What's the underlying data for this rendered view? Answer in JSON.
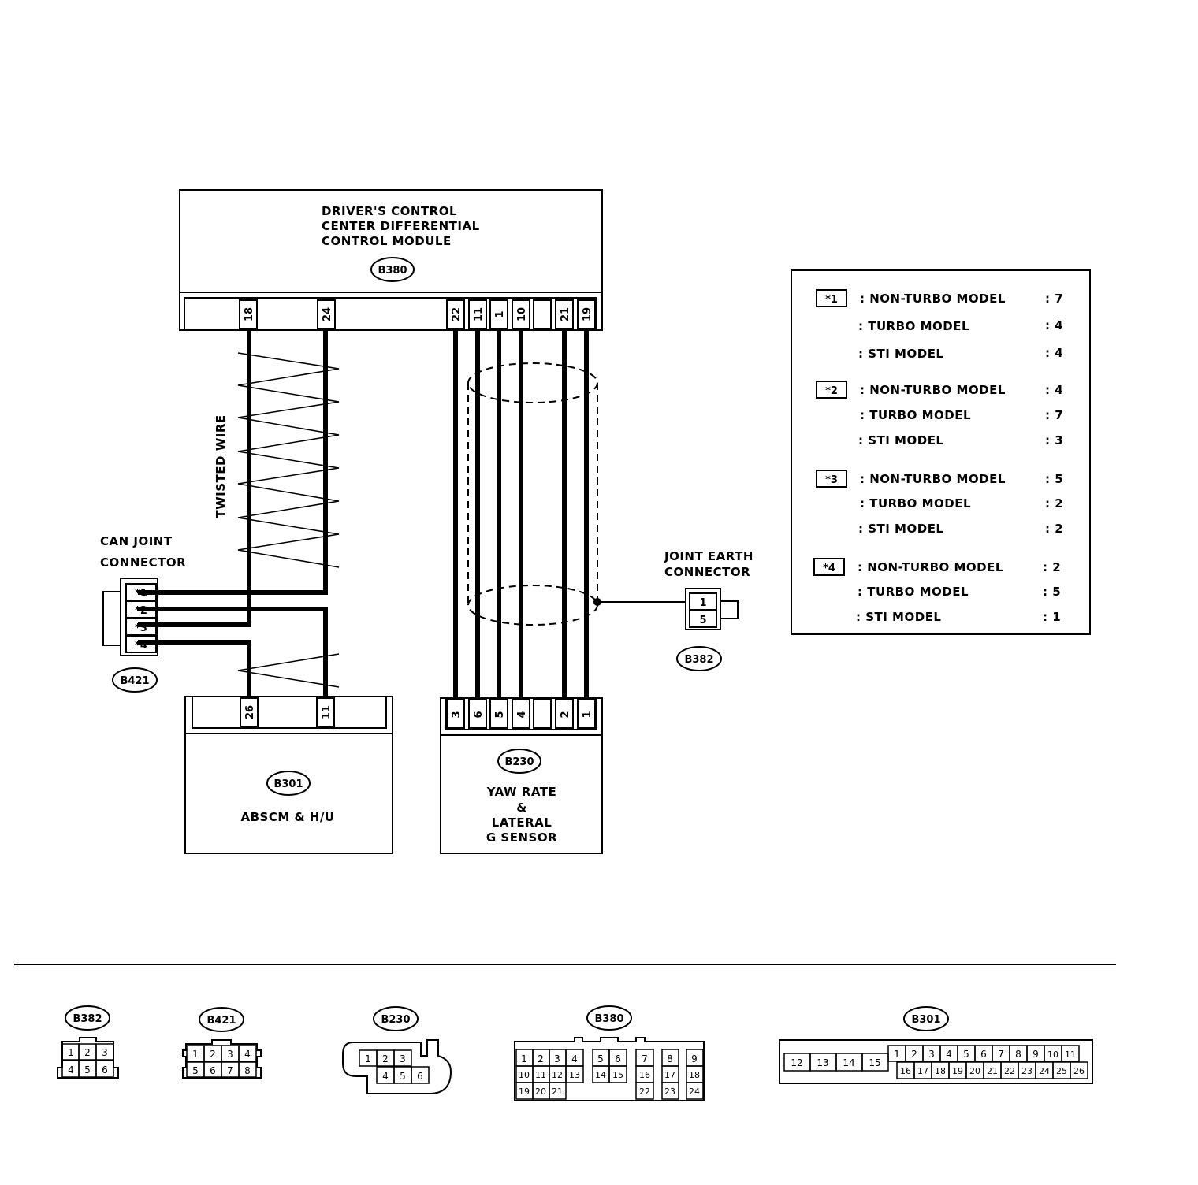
{
  "module_b380": {
    "title_lines": [
      "DRIVER'S CONTROL",
      "CENTER DIFFERENTIAL",
      "CONTROL MODULE"
    ],
    "code": "B380",
    "pins": [
      "18",
      "24",
      "22",
      "11",
      "1",
      "10",
      "21",
      "19"
    ]
  },
  "twisted_wire_label": "TWISTED WIRE",
  "can_joint": {
    "label_lines": [
      "CAN JOINT",
      "CONNECTOR"
    ],
    "code": "B421",
    "pins": [
      "*1",
      "*2",
      "*3",
      "*4"
    ]
  },
  "module_b301": {
    "code": "B301",
    "label": "ABSCM & H/U",
    "pins": [
      "26",
      "11"
    ]
  },
  "module_b230": {
    "code": "B230",
    "label_lines": [
      "YAW RATE",
      "&",
      "LATERAL",
      "G SENSOR"
    ],
    "pins": [
      "3",
      "6",
      "5",
      "4",
      "2",
      "1"
    ]
  },
  "joint_earth": {
    "label_lines": [
      "JOINT EARTH",
      "CONNECTOR"
    ],
    "code": "B382",
    "pins": [
      "1",
      "5"
    ]
  },
  "legend": [
    {
      "marker": "*1",
      "rows": [
        {
          "model": ": NON-TURBO MODEL",
          "value": ": 7"
        },
        {
          "model": ": TURBO MODEL",
          "value": ": 4"
        },
        {
          "model": ": STI MODEL",
          "value": ": 4"
        }
      ]
    },
    {
      "marker": "*2",
      "rows": [
        {
          "model": ": NON-TURBO MODEL",
          "value": ": 4"
        },
        {
          "model": ": TURBO MODEL",
          "value": ": 7"
        },
        {
          "model": ": STI MODEL",
          "value": ": 3"
        }
      ]
    },
    {
      "marker": "*3",
      "rows": [
        {
          "model": ": NON-TURBO MODEL",
          "value": ": 5"
        },
        {
          "model": ": TURBO MODEL",
          "value": ": 2"
        },
        {
          "model": ": STI MODEL",
          "value": ": 2"
        }
      ]
    },
    {
      "marker": "*4",
      "rows": [
        {
          "model": ": NON-TURBO MODEL",
          "value": ": 2"
        },
        {
          "model": ": TURBO MODEL",
          "value": ": 5"
        },
        {
          "model": ": STI MODEL",
          "value": ": 1"
        }
      ]
    }
  ],
  "connector_views": {
    "B382": {
      "code": "B382",
      "row1": [
        "1",
        "2",
        "3"
      ],
      "row2": [
        "4",
        "5",
        "6"
      ]
    },
    "B421": {
      "code": "B421",
      "row1": [
        "1",
        "2",
        "3",
        "4"
      ],
      "row2": [
        "5",
        "6",
        "7",
        "8"
      ]
    },
    "B230": {
      "code": "B230",
      "row1": [
        "1",
        "2",
        "3"
      ],
      "row2": [
        "4",
        "5",
        "6"
      ]
    },
    "B380": {
      "code": "B380",
      "row1": [
        "1",
        "2",
        "3",
        "4",
        "5",
        "6",
        "7",
        "8",
        "9"
      ],
      "row2": [
        "10",
        "11",
        "12",
        "13",
        "14",
        "15",
        "16",
        "17",
        "18"
      ],
      "row3": [
        "19",
        "20",
        "21",
        "22",
        "23",
        "24"
      ]
    },
    "B301": {
      "code": "B301",
      "left": [
        "12",
        "13",
        "14",
        "15"
      ],
      "row1": [
        "1",
        "2",
        "3",
        "4",
        "5",
        "6",
        "7",
        "8",
        "9",
        "10",
        "11"
      ],
      "row2": [
        "16",
        "17",
        "18",
        "19",
        "20",
        "21",
        "22",
        "23",
        "24",
        "25",
        "26"
      ]
    }
  }
}
